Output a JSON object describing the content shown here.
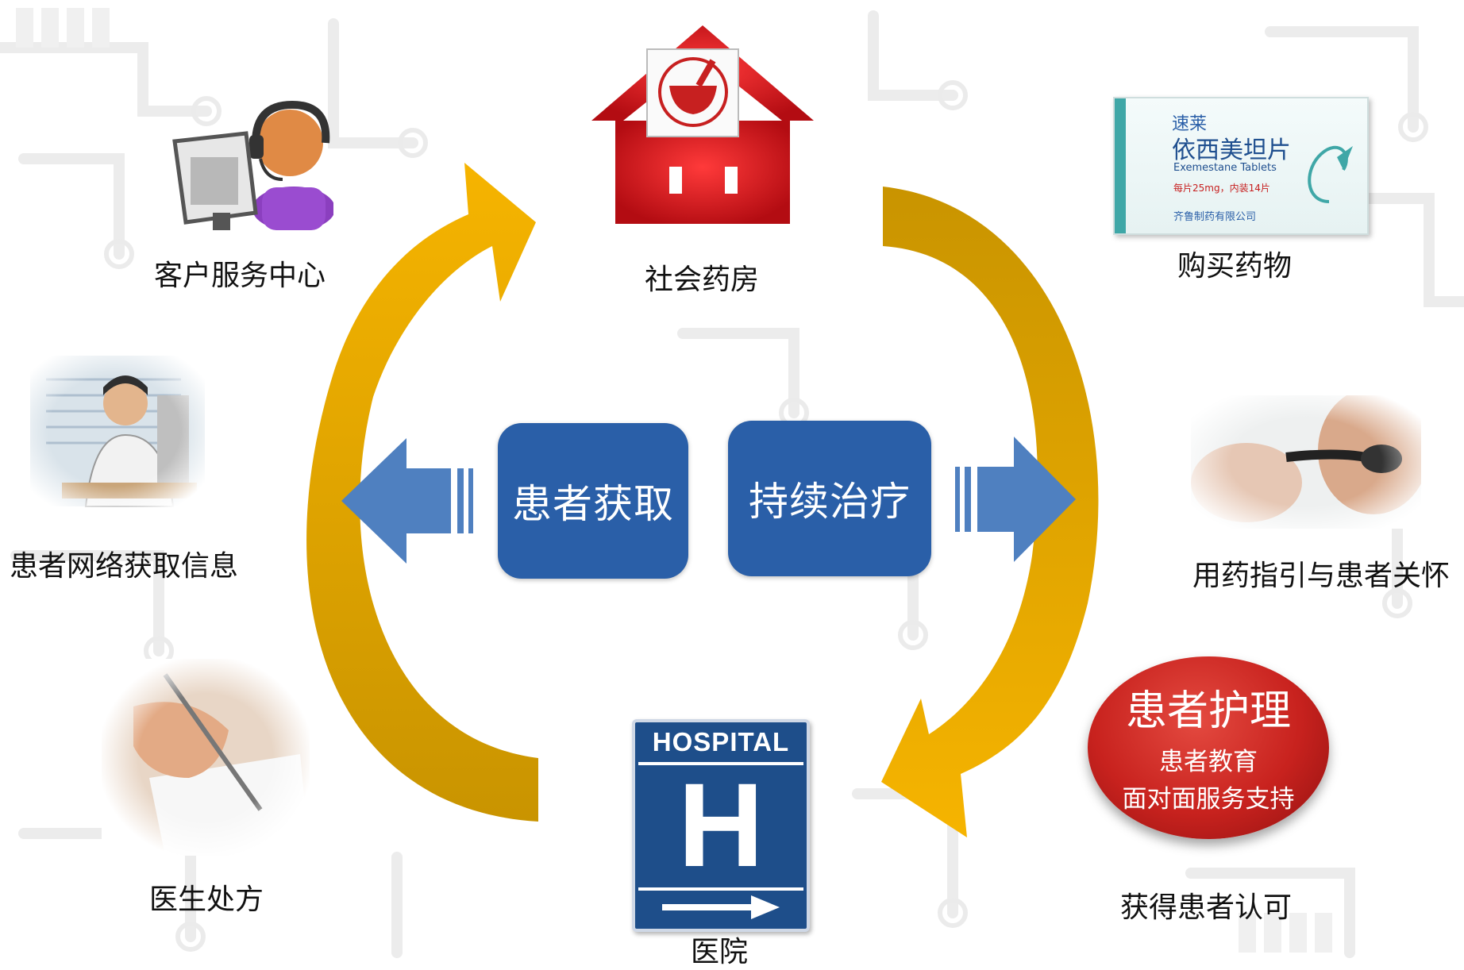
{
  "center": {
    "left_box": "患者获取",
    "right_box": "持续治疗"
  },
  "labels": {
    "customer_service": "客户服务中心",
    "community_pharmacy": "社会药房",
    "buy_medicine": "购买药物",
    "online_info": "患者网络获取信息",
    "medication_guidance": "用药指引与患者关怀",
    "prescription": "医生处方",
    "hospital": "医院",
    "patient_approval": "获得患者认可"
  },
  "patient_care": {
    "title": "患者护理",
    "line1": "患者教育",
    "line2": "面对面服务支持"
  },
  "medicine_box": {
    "brand": "速莱",
    "name": "依西美坦片",
    "english": "Exemestane Tablets",
    "spec": "每片25mg，内装14片",
    "maker": "齐鲁制药有限公司"
  },
  "hospital_sign": {
    "top": "HOSPITAL",
    "letter": "H"
  },
  "colors": {
    "arrow_gold_light": "#f6b400",
    "arrow_gold_dark": "#c99400",
    "center_blue": "#2a5fa8",
    "side_arrow_blue": "#4f80c0",
    "badge_red": "#c8221e",
    "pharmacy_red": "#d8141a"
  }
}
